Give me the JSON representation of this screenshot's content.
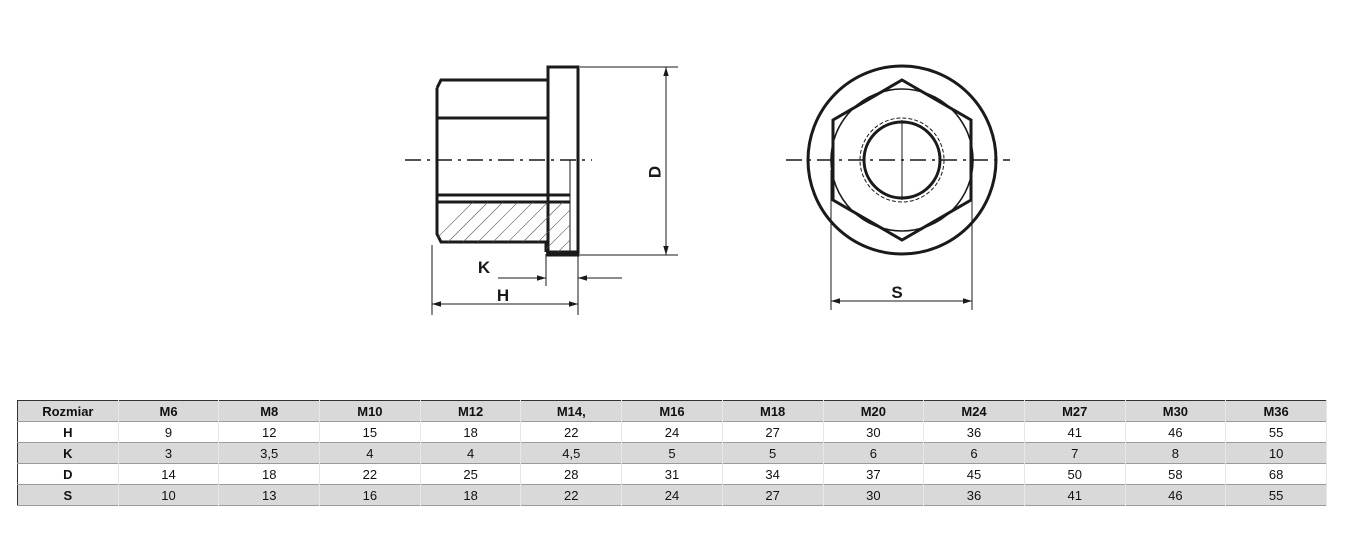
{
  "drawing": {
    "labels": {
      "d": "D",
      "k": "K",
      "h": "H",
      "s": "S"
    }
  },
  "table": {
    "header": [
      "Rozmiar",
      "M6",
      "M8",
      "M10",
      "M12",
      "M14,",
      "M16",
      "M18",
      "M20",
      "M24",
      "M27",
      "M30",
      "M36"
    ],
    "rows": [
      {
        "label": "H",
        "values": [
          "9",
          "12",
          "15",
          "18",
          "22",
          "24",
          "27",
          "30",
          "36",
          "41",
          "46",
          "55"
        ]
      },
      {
        "label": "K",
        "values": [
          "3",
          "3,5",
          "4",
          "4",
          "4,5",
          "5",
          "5",
          "6",
          "6",
          "7",
          "8",
          "10"
        ]
      },
      {
        "label": "D",
        "values": [
          "14",
          "18",
          "22",
          "25",
          "28",
          "31",
          "34",
          "37",
          "45",
          "50",
          "58",
          "68"
        ]
      },
      {
        "label": "S",
        "values": [
          "10",
          "13",
          "16",
          "18",
          "22",
          "24",
          "27",
          "30",
          "36",
          "41",
          "46",
          "55"
        ]
      }
    ]
  }
}
